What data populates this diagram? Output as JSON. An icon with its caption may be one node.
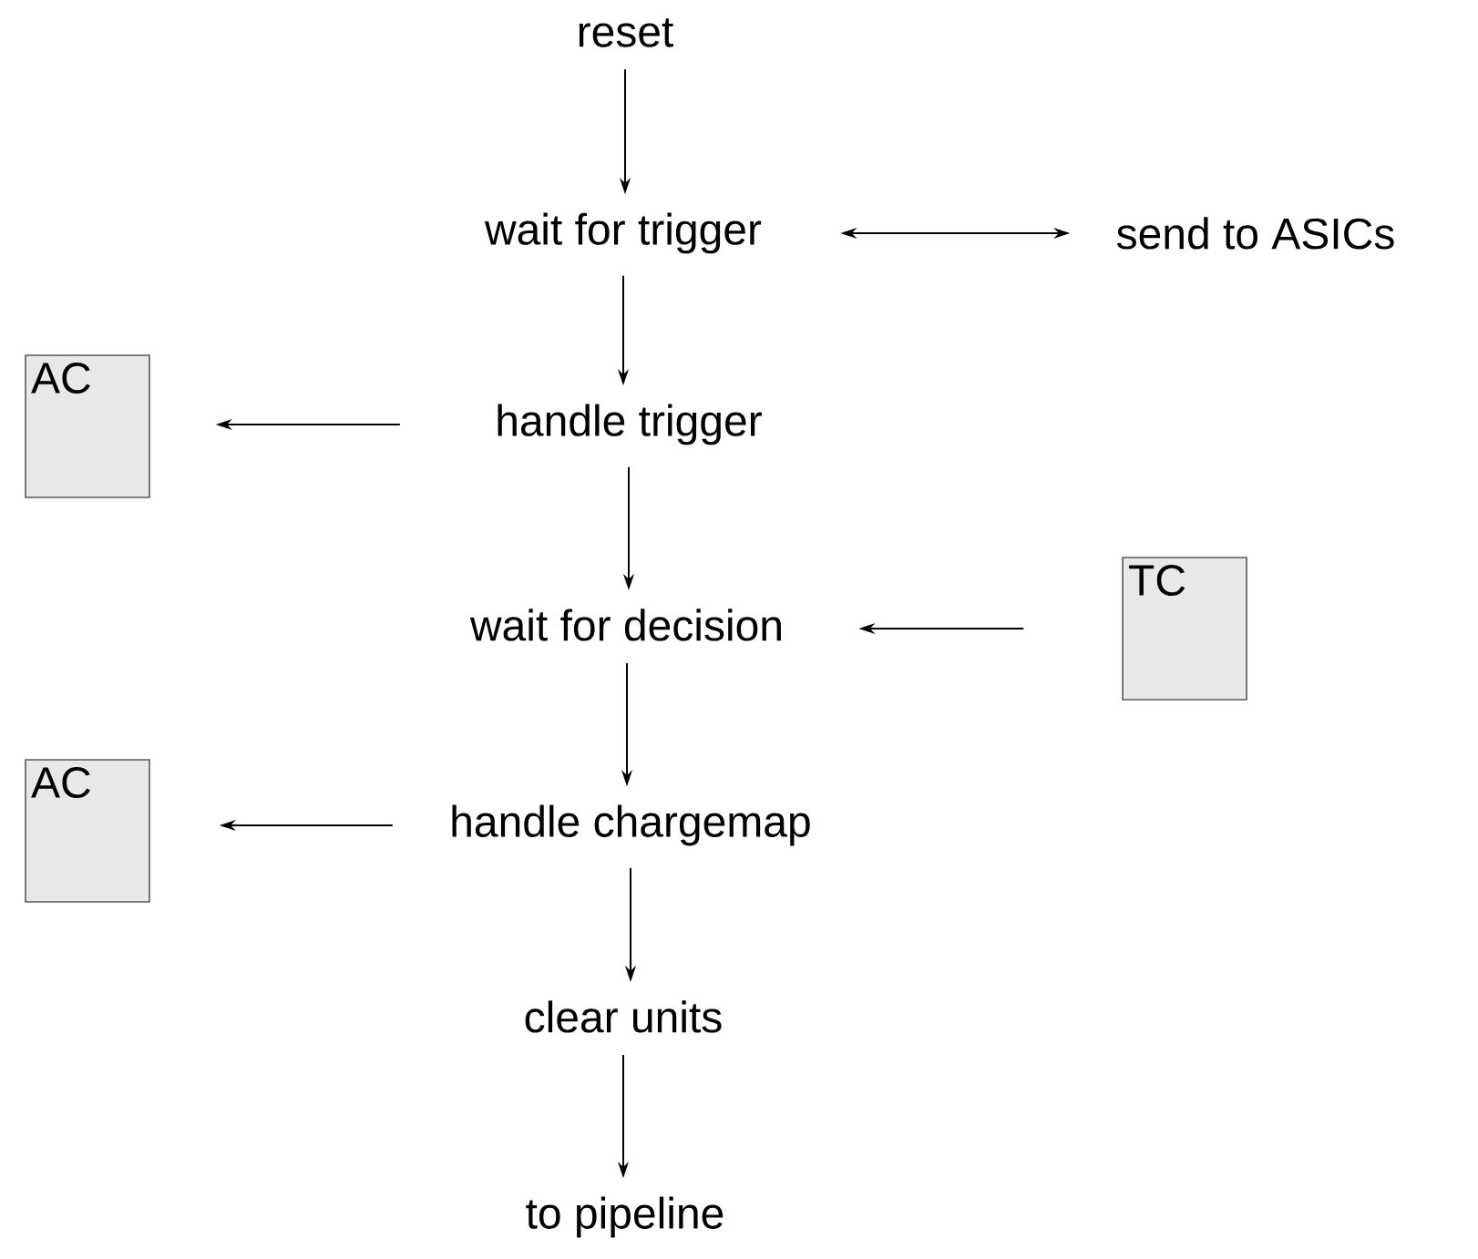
{
  "diagram": {
    "nodes": [
      {
        "text": [
          "reset"
        ]
      },
      {
        "text": [
          "wait for trigger"
        ]
      },
      {
        "text": [
          "send to ASICs"
        ]
      },
      {
        "text": [
          "handle trigger"
        ]
      },
      {
        "text": [
          "AC"
        ]
      },
      {
        "text": [
          "wait for decision"
        ]
      },
      {
        "text": [
          "TC"
        ]
      },
      {
        "text": [
          "handle chargemap"
        ]
      },
      {
        "text": [
          "AC"
        ]
      },
      {
        "text": [
          "clear units"
        ]
      },
      {
        "text": [
          "to pipeline"
        ]
      }
    ],
    "edges": [
      {
        "from": 0,
        "to": 1,
        "arrow": "to"
      },
      {
        "from": 1,
        "to": 2,
        "arrow": "both"
      },
      {
        "from": 1,
        "to": 3,
        "arrow": "to"
      },
      {
        "from": 3,
        "to": 4,
        "arrow": "to"
      },
      {
        "from": 3,
        "to": 5,
        "arrow": "to"
      },
      {
        "from": 6,
        "to": 5,
        "arrow": "to"
      },
      {
        "from": 5,
        "to": 7,
        "arrow": "to"
      },
      {
        "from": 7,
        "to": 8,
        "arrow": "to"
      },
      {
        "from": 7,
        "to": 9,
        "arrow": "to"
      },
      {
        "from": 9,
        "to": 10,
        "arrow": "to"
      }
    ]
  }
}
